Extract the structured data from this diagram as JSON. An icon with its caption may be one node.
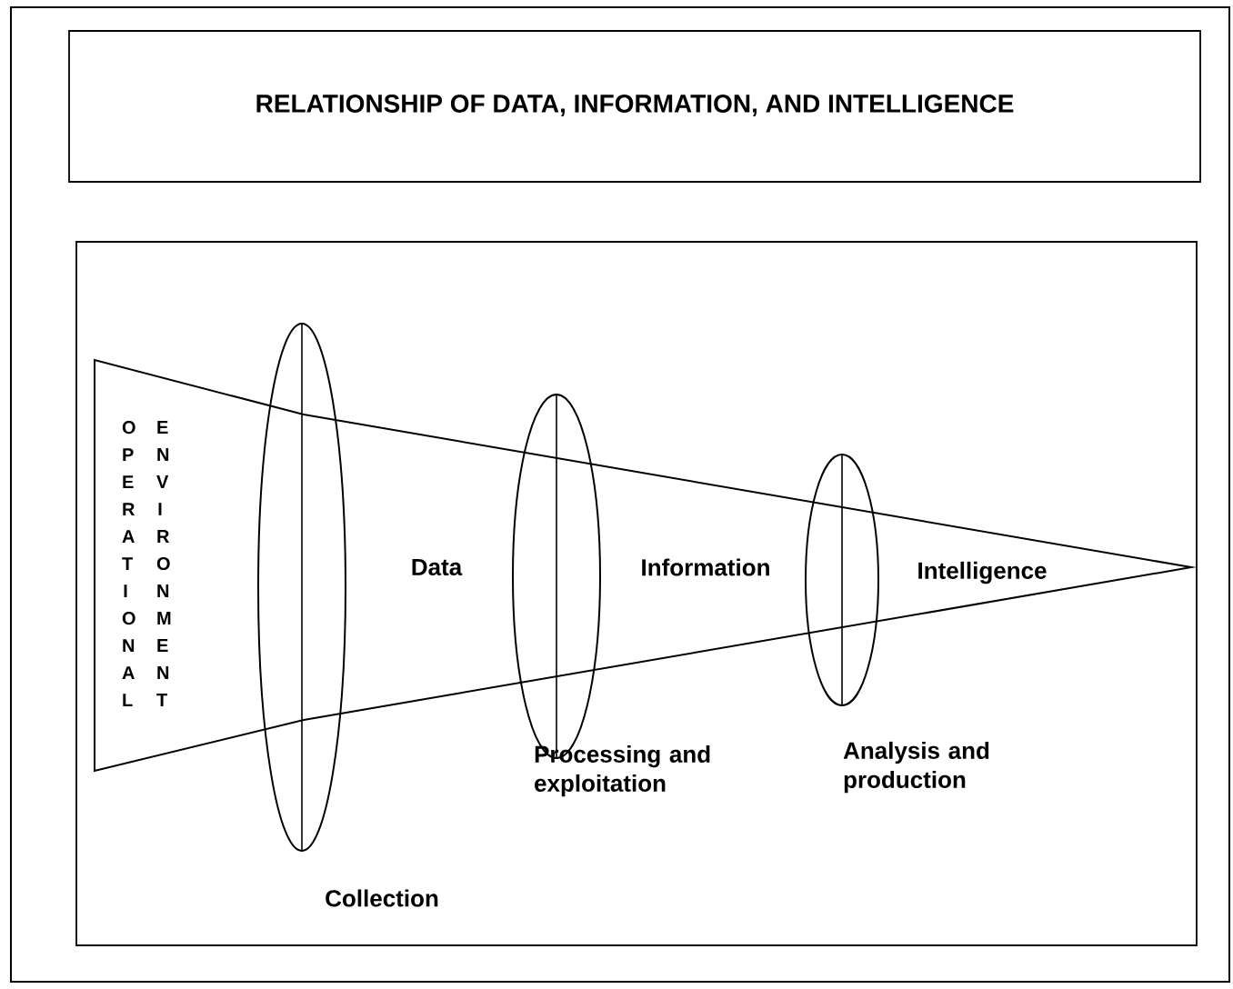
{
  "diagram": {
    "title": "RELATIONSHIP OF DATA, INFORMATION, AND INTELLIGENCE",
    "nodes": [
      {
        "text": [],
        "shape": "ellipse",
        "beside": [
          "Collection"
        ]
      },
      {
        "text": [],
        "shape": "ellipse",
        "beside": [
          "Processing and exploitation"
        ]
      },
      {
        "text": [],
        "shape": "ellipse",
        "beside": [
          "Analysis and production"
        ]
      }
    ],
    "labels": [
      "OPERATIONAL",
      "ENVIRONMENT",
      "Data",
      "Information",
      "Intelligence"
    ]
  }
}
